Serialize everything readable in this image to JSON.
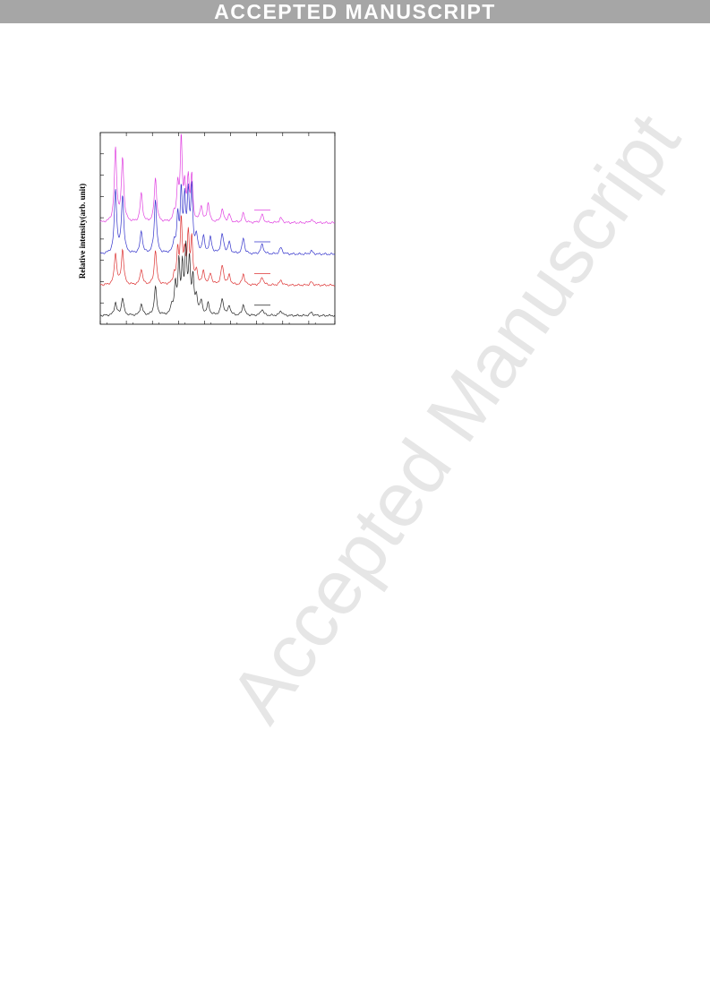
{
  "banner": {
    "text": "ACCEPTED MANUSCRIPT"
  },
  "watermark": {
    "text": "Accepted Manuscript"
  },
  "chart_data": {
    "type": "line",
    "ylabel": "Relative intensity(arb. unit)",
    "xlabel": "",
    "title": "",
    "x_range": [
      0,
      100
    ],
    "grid": false,
    "legend": "none",
    "series": [
      {
        "color": "#e040e0",
        "offset": 3,
        "baseline": 0.05,
        "peaks": [
          [
            6.5,
            2.3,
            0.6
          ],
          [
            9.5,
            2.0,
            0.6
          ],
          [
            17.5,
            0.9,
            0.6
          ],
          [
            23.5,
            1.4,
            0.6
          ],
          [
            31.5,
            0.25,
            0.5
          ],
          [
            33,
            1.1,
            0.5
          ],
          [
            34.5,
            2.6,
            0.5
          ],
          [
            36,
            1.0,
            0.5
          ],
          [
            37.5,
            1.3,
            0.5
          ],
          [
            39,
            1.4,
            0.5
          ],
          [
            43,
            0.5,
            0.6
          ],
          [
            46,
            0.6,
            0.6
          ],
          [
            52,
            0.4,
            0.7
          ],
          [
            55,
            0.25,
            0.6
          ],
          [
            61,
            0.3,
            0.6
          ],
          [
            69,
            0.25,
            0.7
          ],
          [
            77,
            0.15,
            0.7
          ],
          [
            90,
            0.1,
            0.7
          ]
        ]
      },
      {
        "color": "#3333cc",
        "offset": 2,
        "baseline": 0.06,
        "peaks": [
          [
            6.5,
            2.0,
            0.6
          ],
          [
            9.5,
            1.8,
            0.6
          ],
          [
            17.5,
            0.7,
            0.6
          ],
          [
            23.5,
            1.7,
            0.6
          ],
          [
            31.5,
            0.35,
            0.5
          ],
          [
            33,
            1.1,
            0.5
          ],
          [
            34.5,
            1.9,
            0.5
          ],
          [
            36,
            1.6,
            0.5
          ],
          [
            37.5,
            1.8,
            0.5
          ],
          [
            39,
            2.0,
            0.5
          ],
          [
            41,
            0.5,
            0.6
          ],
          [
            44,
            0.5,
            0.6
          ],
          [
            47,
            0.5,
            0.6
          ],
          [
            52,
            0.6,
            0.7
          ],
          [
            55,
            0.35,
            0.6
          ],
          [
            61,
            0.5,
            0.6
          ],
          [
            69,
            0.3,
            0.7
          ],
          [
            77,
            0.2,
            0.7
          ],
          [
            90,
            0.1,
            0.7
          ]
        ]
      },
      {
        "color": "#dd3333",
        "offset": 1,
        "baseline": 0.08,
        "peaks": [
          [
            6.5,
            1.0,
            0.6
          ],
          [
            9.5,
            1.1,
            0.6
          ],
          [
            17.5,
            0.5,
            0.6
          ],
          [
            23.5,
            1.1,
            0.6
          ],
          [
            31.5,
            0.3,
            0.5
          ],
          [
            33,
            1.0,
            0.5
          ],
          [
            34.5,
            2.0,
            0.5
          ],
          [
            36,
            0.9,
            0.5
          ],
          [
            37.5,
            1.5,
            0.5
          ],
          [
            39,
            1.4,
            0.5
          ],
          [
            41,
            0.4,
            0.6
          ],
          [
            44,
            0.4,
            0.6
          ],
          [
            47,
            0.35,
            0.6
          ],
          [
            52,
            0.6,
            0.7
          ],
          [
            55,
            0.3,
            0.6
          ],
          [
            61,
            0.35,
            0.6
          ],
          [
            69,
            0.25,
            0.7
          ],
          [
            77,
            0.15,
            0.7
          ],
          [
            90,
            0.1,
            0.7
          ]
        ]
      },
      {
        "color": "#222222",
        "offset": 0,
        "baseline": 0.12,
        "peaks": [
          [
            6.5,
            0.4,
            0.6
          ],
          [
            9.5,
            0.55,
            0.6
          ],
          [
            17.5,
            0.35,
            0.6
          ],
          [
            23.5,
            0.9,
            0.6
          ],
          [
            30.5,
            0.3,
            0.5
          ],
          [
            32,
            0.9,
            0.5
          ],
          [
            33.5,
            1.6,
            0.5
          ],
          [
            35,
            1.4,
            0.5
          ],
          [
            36.5,
            2.0,
            0.5
          ],
          [
            38,
            1.6,
            0.5
          ],
          [
            39.5,
            1.1,
            0.5
          ],
          [
            41,
            0.5,
            0.6
          ],
          [
            43,
            0.4,
            0.6
          ],
          [
            46,
            0.35,
            0.6
          ],
          [
            52,
            0.5,
            0.7
          ],
          [
            55,
            0.3,
            0.6
          ],
          [
            61,
            0.35,
            0.6
          ],
          [
            69,
            0.2,
            0.7
          ],
          [
            77,
            0.15,
            0.7
          ],
          [
            90,
            0.1,
            0.7
          ]
        ]
      }
    ]
  }
}
